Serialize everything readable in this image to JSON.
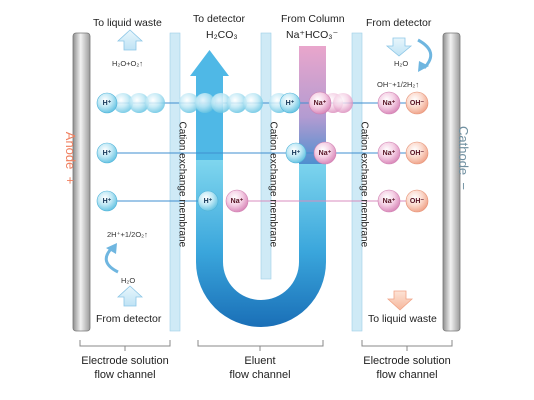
{
  "top": {
    "to_liquid_waste": "To liquid waste",
    "to_detector": "To detector",
    "to_detector_formula": "H₂CO₃",
    "from_column": "From Column",
    "from_column_formula": "Na⁺HCO₃⁻",
    "from_detector": "From detector"
  },
  "left": {
    "h2o_o2": "H₂O+O₂↑",
    "reaction": "2H⁺+1/2O₂↑",
    "h2o": "H₂O",
    "from_detector": "From detector",
    "electrode": "Anode",
    "electrode_sign": "+"
  },
  "right": {
    "h2o": "H₂O",
    "reaction": "OH⁻+1/2H₂↑",
    "to_liquid_waste": "To liquid waste",
    "electrode": "Cathode",
    "electrode_sign": "−"
  },
  "membranes": {
    "left": "Cation exchange membrane",
    "middle": "Cation exchange membrane",
    "right": "Cation exchange membrane"
  },
  "ions": {
    "h": "H⁺",
    "na": "Na⁺",
    "oh": "OH⁻"
  },
  "bottom": {
    "left_line1": "Electrode solution",
    "left_line2": "flow channel",
    "middle_line1": "Eluent",
    "middle_line2": "flow channel",
    "right_line1": "Electrode solution",
    "right_line2": "flow channel"
  },
  "colors": {
    "eluent_blue": "#1e7fc4",
    "eluent_light": "#56c2e8",
    "sample_pink": "#d87fb6",
    "h_ion": "#7fcfe6",
    "na_ion": "#e6a8cf",
    "oh_ion": "#f4b9a3",
    "membrane": "#cde9f6"
  }
}
